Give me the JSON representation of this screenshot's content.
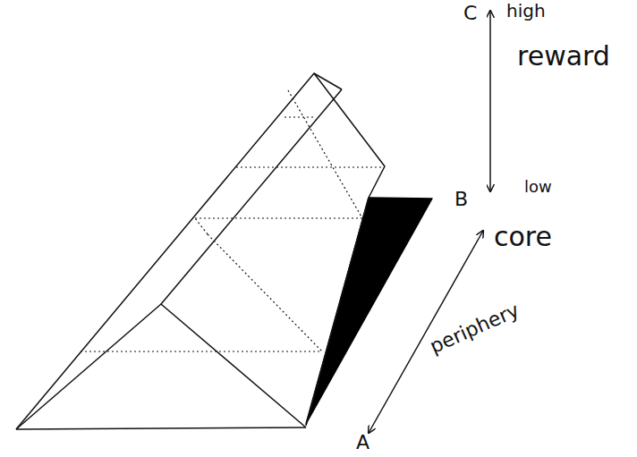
{
  "diagram": {
    "labels": [
      "C",
      "high",
      "reward",
      "B",
      "low",
      "core",
      "periphery",
      "A"
    ]
  }
}
